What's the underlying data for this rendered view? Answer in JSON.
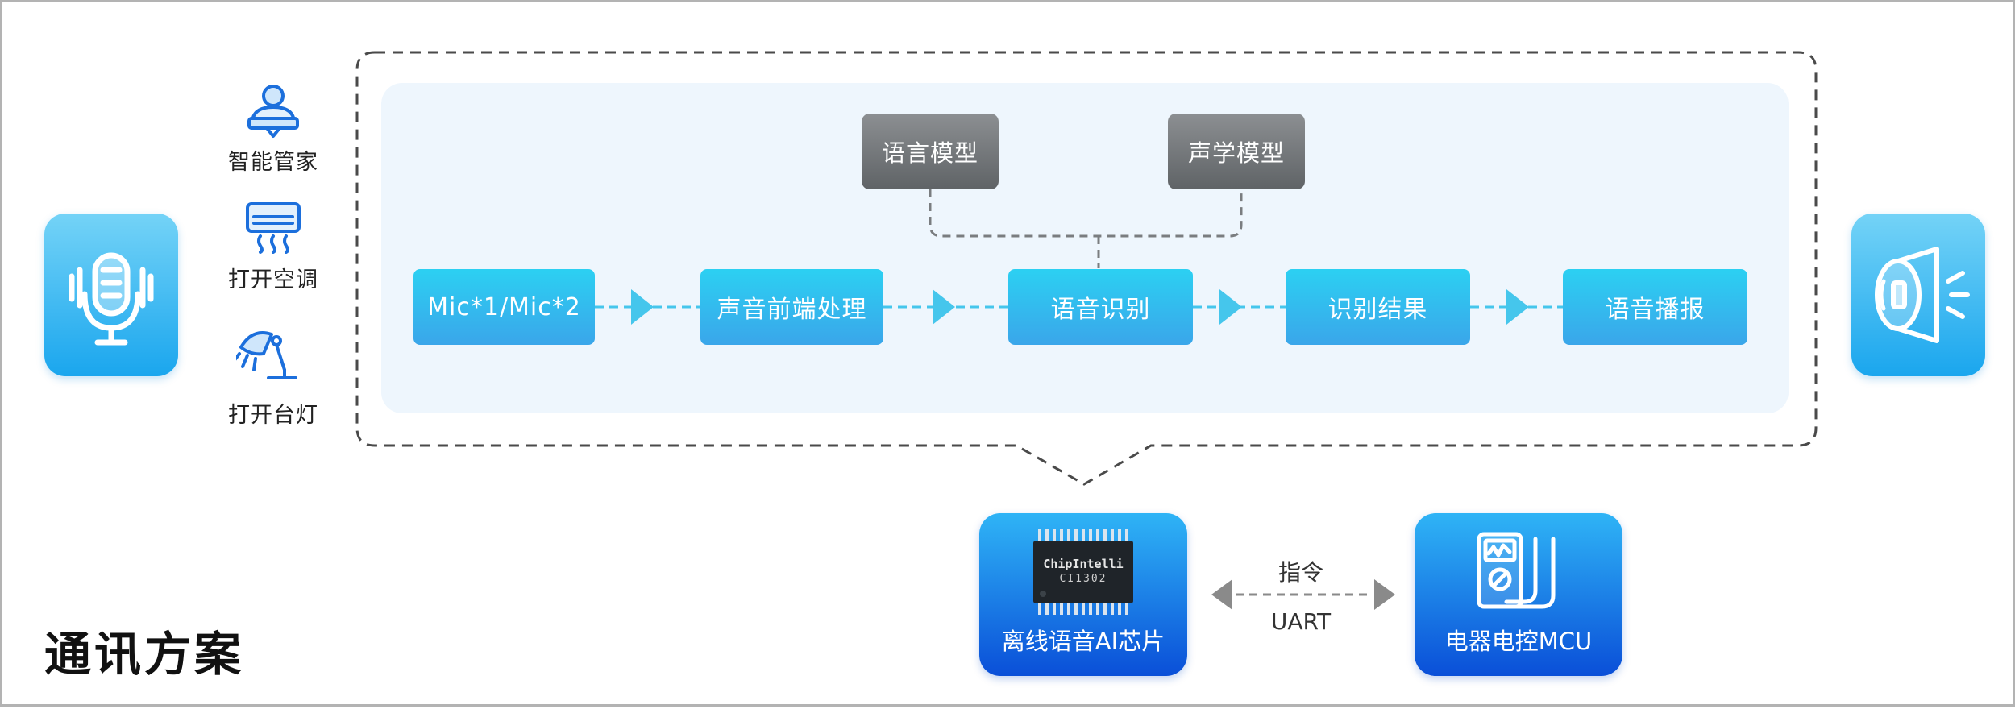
{
  "title": "通讯方案",
  "commands": [
    {
      "label": "智能管家",
      "icon": "butler-icon"
    },
    {
      "label": "打开空调",
      "icon": "air-conditioner-icon"
    },
    {
      "label": "打开台灯",
      "icon": "desk-lamp-icon"
    }
  ],
  "input_device": {
    "icon": "microphone-icon"
  },
  "output_device": {
    "icon": "speaker-icon"
  },
  "pipeline": {
    "steps": [
      "Mic*1/Mic*2",
      "声音前端处理",
      "语音识别",
      "识别结果",
      "语音播报"
    ],
    "models": [
      "语言模型",
      "声学模型"
    ]
  },
  "hardware": {
    "chip_label": "离线语音AI芯片",
    "chip_brand": "ChipIntelli",
    "chip_model": "CI1302",
    "mcu_label": "电器电控MCU",
    "link_top": "指令",
    "link_bottom": "UART"
  },
  "colors": {
    "step_fill": "#2fbdf0",
    "model_fill": "#6d7073",
    "hardware_fill": "#0b6fe6",
    "panel_bg": "#eef6fd",
    "dashed_line": "#4a4a4a",
    "arrow": "#45c6ec"
  }
}
